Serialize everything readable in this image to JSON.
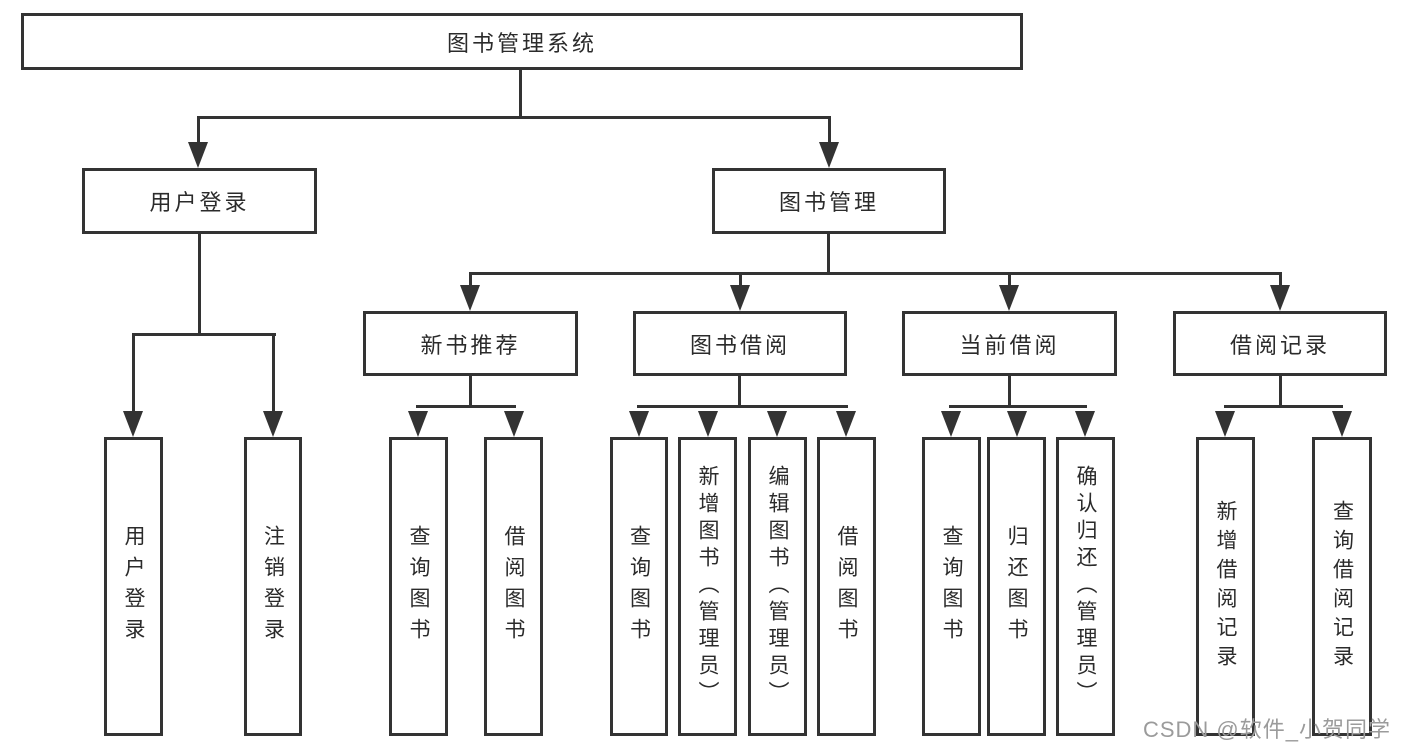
{
  "diagram": {
    "title": "图书管理系统",
    "nodes": {
      "root": {
        "label": "图书管理系统"
      },
      "level2": [
        {
          "label": "用户登录"
        },
        {
          "label": "图书管理"
        }
      ],
      "level3": [
        {
          "label": "新书推荐"
        },
        {
          "label": "图书借阅"
        },
        {
          "label": "当前借阅"
        },
        {
          "label": "借阅记录"
        }
      ],
      "leaves": [
        {
          "parent": "用户登录",
          "label": "用户登录"
        },
        {
          "parent": "用户登录",
          "label": "注销登录"
        },
        {
          "parent": "新书推荐",
          "label": "查询图书"
        },
        {
          "parent": "新书推荐",
          "label": "借阅图书"
        },
        {
          "parent": "图书借阅",
          "label": "查询图书"
        },
        {
          "parent": "图书借阅",
          "label": "新增图书（管理员）"
        },
        {
          "parent": "图书借阅",
          "label": "编辑图书（管理员）"
        },
        {
          "parent": "图书借阅",
          "label": "借阅图书"
        },
        {
          "parent": "当前借阅",
          "label": "查询图书"
        },
        {
          "parent": "当前借阅",
          "label": "归还图书"
        },
        {
          "parent": "当前借阅",
          "label": "确认归还（管理员）"
        },
        {
          "parent": "借阅记录",
          "label": "新增借阅记录"
        },
        {
          "parent": "借阅记录",
          "label": "查询借阅记录"
        }
      ]
    },
    "colors": {
      "line": "#333333",
      "text": "#2b2b2b",
      "background": "#ffffff",
      "watermark": "#9b9b9b"
    },
    "watermark": "CSDN @软件_小贺同学"
  }
}
